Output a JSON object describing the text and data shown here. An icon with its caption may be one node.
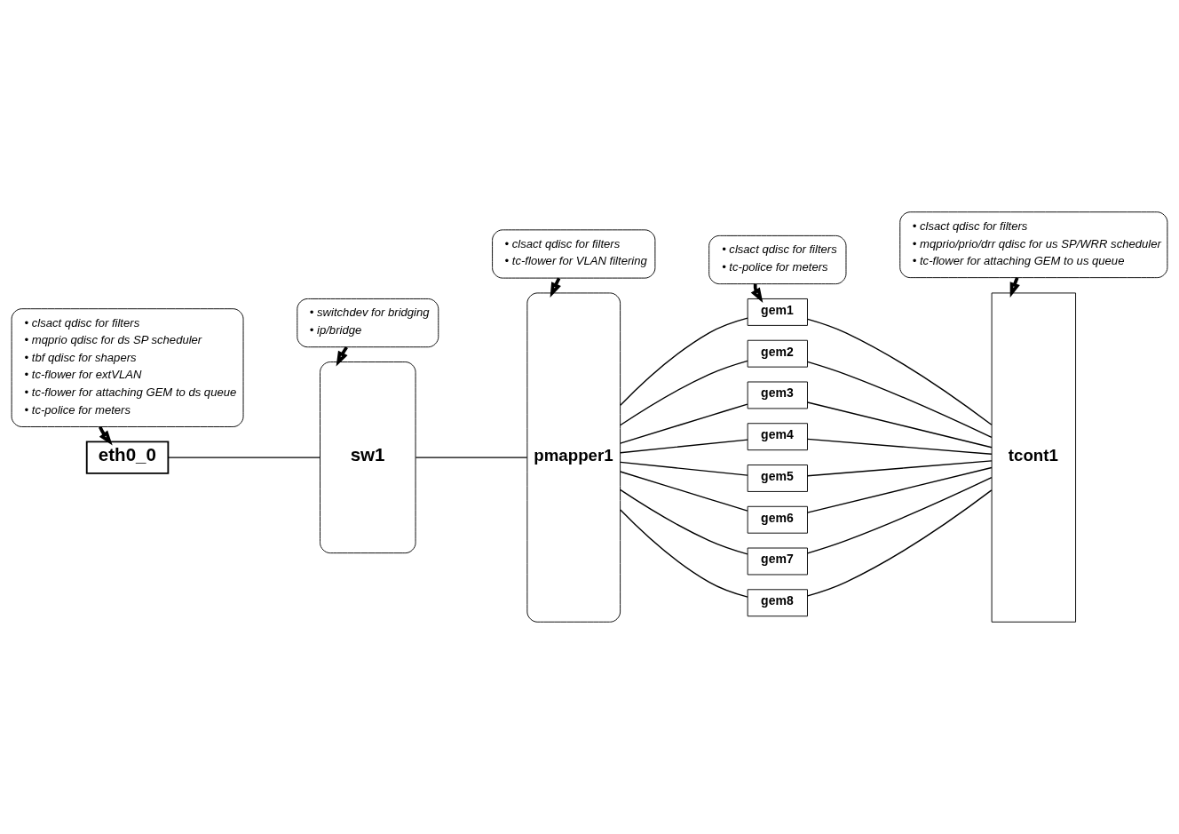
{
  "diagram": {
    "nodes": [
      {
        "text": [
          "• clsact qdisc for filters",
          "• mqprio qdisc for ds SP scheduler",
          "• tbf qdisc for shapers",
          "• tc-flower for extVLAN",
          "• tc-flower for attaching GEM to ds queue",
          "• tc-police for meters"
        ]
      },
      {
        "text": [
          "• switchdev for bridging",
          "• ip/bridge"
        ]
      },
      {
        "text": [
          "• clsact qdisc for filters",
          "• tc-flower for VLAN filtering"
        ]
      },
      {
        "text": [
          "• clsact qdisc for filters",
          "• tc-police for meters"
        ]
      },
      {
        "text": [
          "• clsact qdisc for filters",
          "• mqprio/prio/drr qdisc for us SP/WRR scheduler",
          "• tc-flower for attaching GEM to us queue"
        ]
      },
      {
        "text": [
          "eth0_0"
        ]
      },
      {
        "text": [
          "sw1"
        ]
      },
      {
        "text": [
          "pmapper1"
        ]
      },
      {
        "text": [
          "gem1"
        ]
      },
      {
        "text": [
          "gem2"
        ]
      },
      {
        "text": [
          "gem3"
        ]
      },
      {
        "text": [
          "gem4"
        ]
      },
      {
        "text": [
          "gem5"
        ]
      },
      {
        "text": [
          "gem6"
        ]
      },
      {
        "text": [
          "gem7"
        ]
      },
      {
        "text": [
          "gem8"
        ]
      },
      {
        "text": [
          "tcont1"
        ]
      }
    ],
    "edges": [
      {
        "from": 0,
        "to": 5,
        "arrow": "to",
        "style": "thick"
      },
      {
        "from": 1,
        "to": 6,
        "arrow": "to",
        "style": "thick"
      },
      {
        "from": 2,
        "to": 7,
        "arrow": "to",
        "style": "thick"
      },
      {
        "from": 3,
        "to": 8,
        "arrow": "to",
        "style": "thick"
      },
      {
        "from": 4,
        "to": 16,
        "arrow": "to",
        "style": "thick"
      },
      {
        "from": 5,
        "to": 6,
        "arrow": "none"
      },
      {
        "from": 6,
        "to": 7,
        "arrow": "none"
      },
      {
        "from": 7,
        "to": 8,
        "arrow": "none"
      },
      {
        "from": 7,
        "to": 9,
        "arrow": "none"
      },
      {
        "from": 7,
        "to": 10,
        "arrow": "none"
      },
      {
        "from": 7,
        "to": 11,
        "arrow": "none"
      },
      {
        "from": 7,
        "to": 12,
        "arrow": "none"
      },
      {
        "from": 7,
        "to": 13,
        "arrow": "none"
      },
      {
        "from": 7,
        "to": 14,
        "arrow": "none"
      },
      {
        "from": 7,
        "to": 15,
        "arrow": "none"
      },
      {
        "from": 8,
        "to": 16,
        "arrow": "none"
      },
      {
        "from": 9,
        "to": 16,
        "arrow": "none"
      },
      {
        "from": 10,
        "to": 16,
        "arrow": "none"
      },
      {
        "from": 11,
        "to": 16,
        "arrow": "none"
      },
      {
        "from": 12,
        "to": 16,
        "arrow": "none"
      },
      {
        "from": 13,
        "to": 16,
        "arrow": "none"
      },
      {
        "from": 14,
        "to": 16,
        "arrow": "none"
      },
      {
        "from": 15,
        "to": 16,
        "arrow": "none"
      }
    ]
  }
}
